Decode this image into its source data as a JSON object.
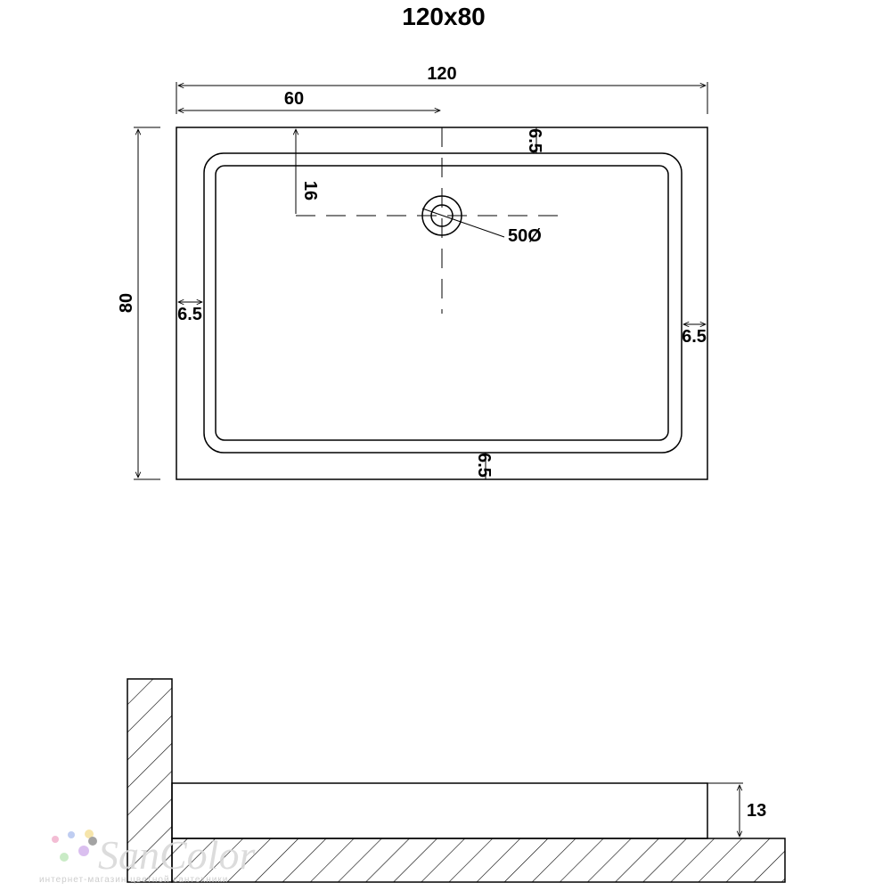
{
  "title": "120x80",
  "plan": {
    "width_label": "120",
    "half_width_label": "60",
    "height_label": "80",
    "drain_offset_label": "16",
    "drain_label": "50Ø",
    "rim_top_label": "6.5",
    "rim_left_label": "6.5",
    "rim_right_label": "6.5",
    "rim_bottom_label": "6.5"
  },
  "section": {
    "height_label": "13"
  },
  "watermark": {
    "name": "SanColor",
    "subtitle": "интернет-магазин цветной сантехники",
    "dot_colors": [
      "#f2b6d0",
      "#b9c8f0",
      "#f6e3a2",
      "#c4e9c0",
      "#d7b9ee",
      "#9a9a9a"
    ]
  }
}
